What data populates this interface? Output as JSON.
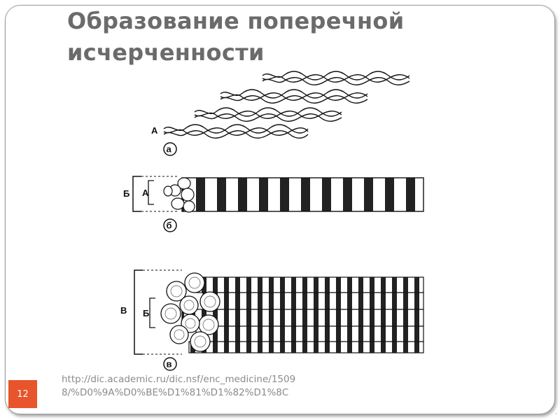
{
  "slide": {
    "title": "Образование поперечной исчерченности",
    "source_url": "http://dic.academic.ru/dic.nsf/enc_medicine/15098/%D0%9A%D0%BE%D1%81%D1%82%D1%8C",
    "page_number": "12",
    "accent_color": "#e8542b",
    "corner_mark": "·"
  },
  "diagram": {
    "label_a_strand": "А",
    "label_b_outer": "Б",
    "label_a_inner": "А",
    "label_v_outer": "В",
    "label_b_inner": "Б",
    "stage_a": "а",
    "stage_b": "б",
    "stage_v": "в"
  }
}
